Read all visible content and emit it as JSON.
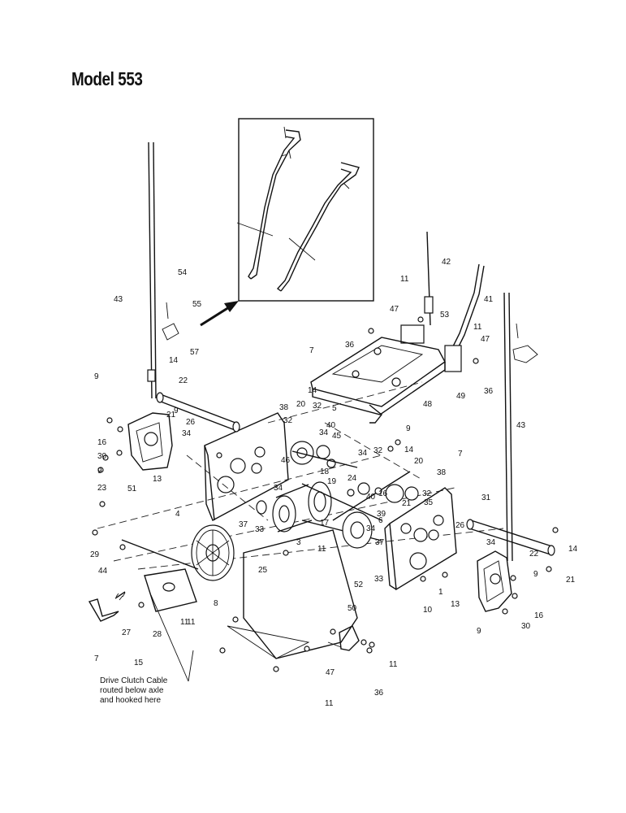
{
  "title": "Model 553",
  "note_lines": [
    "Drive Clutch Cable",
    "routed below axle",
    "and hooked here"
  ],
  "callouts": [
    {
      "n": "54"
    },
    {
      "n": "43"
    },
    {
      "n": "55"
    },
    {
      "n": "57"
    },
    {
      "n": "14"
    },
    {
      "n": "9"
    },
    {
      "n": "22"
    },
    {
      "n": "9"
    },
    {
      "n": "21"
    },
    {
      "n": "26"
    },
    {
      "n": "16"
    },
    {
      "n": "34"
    },
    {
      "n": "30"
    },
    {
      "n": "9"
    },
    {
      "n": "13"
    },
    {
      "n": "51"
    },
    {
      "n": "23"
    },
    {
      "n": "29"
    },
    {
      "n": "44"
    },
    {
      "n": "4"
    },
    {
      "n": "37"
    },
    {
      "n": "33"
    },
    {
      "n": "25"
    },
    {
      "n": "8"
    },
    {
      "n": "27"
    },
    {
      "n": "28"
    },
    {
      "n": "7"
    },
    {
      "n": "15"
    },
    {
      "n": "11"
    },
    {
      "n": "7"
    },
    {
      "n": "14"
    },
    {
      "n": "32"
    },
    {
      "n": "38"
    },
    {
      "n": "20"
    },
    {
      "n": "32"
    },
    {
      "n": "34"
    },
    {
      "n": "40"
    },
    {
      "n": "45"
    },
    {
      "n": "46"
    },
    {
      "n": "18"
    },
    {
      "n": "34"
    },
    {
      "n": "19"
    },
    {
      "n": "17"
    },
    {
      "n": "3"
    },
    {
      "n": "11"
    },
    {
      "n": "52"
    },
    {
      "n": "5"
    },
    {
      "n": "36"
    },
    {
      "n": "47"
    },
    {
      "n": "11"
    },
    {
      "n": "42"
    },
    {
      "n": "53"
    },
    {
      "n": "41"
    },
    {
      "n": "11"
    },
    {
      "n": "47"
    },
    {
      "n": "48"
    },
    {
      "n": "9"
    },
    {
      "n": "49"
    },
    {
      "n": "36"
    },
    {
      "n": "34"
    },
    {
      "n": "32"
    },
    {
      "n": "14"
    },
    {
      "n": "24"
    },
    {
      "n": "20"
    },
    {
      "n": "40"
    },
    {
      "n": "16"
    },
    {
      "n": "32"
    },
    {
      "n": "35"
    },
    {
      "n": "38"
    },
    {
      "n": "21"
    },
    {
      "n": "39"
    },
    {
      "n": "6"
    },
    {
      "n": "34"
    },
    {
      "n": "37"
    },
    {
      "n": "33"
    },
    {
      "n": "7"
    },
    {
      "n": "31"
    },
    {
      "n": "43"
    },
    {
      "n": "26"
    },
    {
      "n": "34"
    },
    {
      "n": "22"
    },
    {
      "n": "14"
    },
    {
      "n": "1"
    },
    {
      "n": "13"
    },
    {
      "n": "10"
    },
    {
      "n": "9"
    },
    {
      "n": "21"
    },
    {
      "n": "16"
    },
    {
      "n": "30"
    },
    {
      "n": "9"
    },
    {
      "n": "50"
    },
    {
      "n": "47"
    },
    {
      "n": "11"
    },
    {
      "n": "11"
    },
    {
      "n": "36"
    },
    {
      "n": "11"
    }
  ]
}
